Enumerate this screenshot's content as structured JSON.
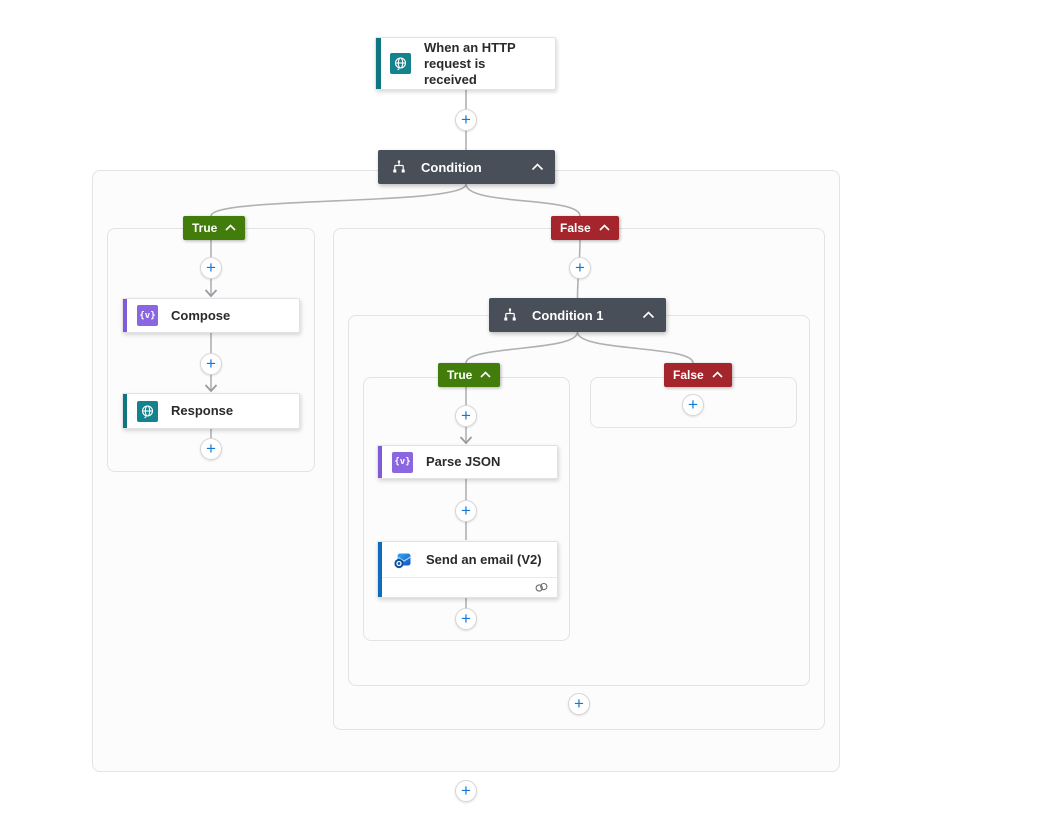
{
  "app": "flow-designer-canvas",
  "colors": {
    "accent_teal": "#0E7680",
    "accent_purple": "#7E5BD8",
    "accent_outlook_blue": "#0F6CBD",
    "condition_header_bg": "#484F58",
    "true_badge_green": "#427D0B",
    "false_badge_red": "#A4262C",
    "plus_icon_blue": "#0F7AD8",
    "connector_gray": "#B0B1B5"
  },
  "trigger": {
    "label": "When an HTTP request is received",
    "icon": "http-request-icon"
  },
  "condition": {
    "label": "Condition",
    "icon": "condition-icon",
    "collapse_icon": "chevron-up-icon"
  },
  "true_branch": {
    "badge_label": "True",
    "actions": [
      {
        "label": "Compose",
        "icon": "data-operations-icon"
      },
      {
        "label": "Response",
        "icon": "http-response-icon"
      }
    ]
  },
  "false_branch": {
    "badge_label": "False",
    "condition1": {
      "label": "Condition 1",
      "icon": "condition-icon",
      "collapse_icon": "chevron-up-icon",
      "true_branch": {
        "badge_label": "True",
        "actions": [
          {
            "label": "Parse JSON",
            "icon": "data-operations-icon"
          },
          {
            "label": "Send an email (V2)",
            "icon": "outlook-icon",
            "footer_icon": "connection-icon"
          }
        ]
      },
      "false_branch": {
        "badge_label": "False"
      }
    }
  }
}
